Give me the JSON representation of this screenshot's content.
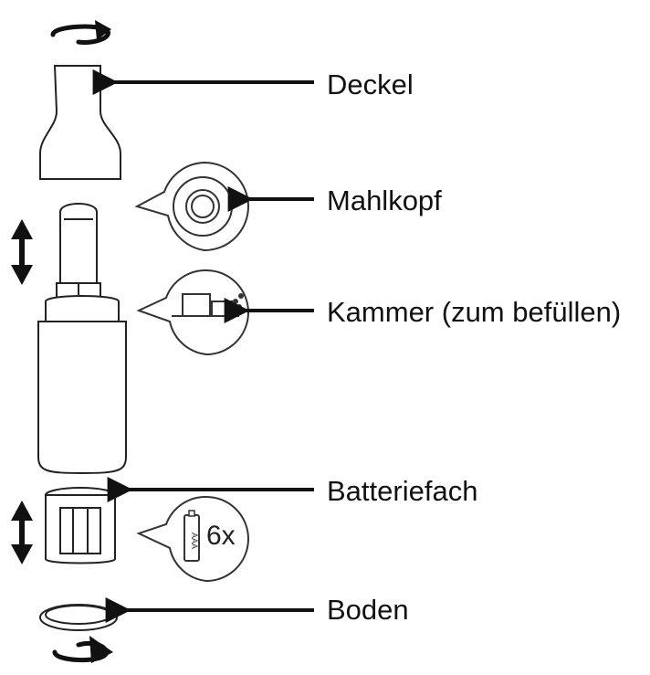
{
  "labels": {
    "deckel": "Deckel",
    "mahlkopf": "Mahlkopf",
    "kammer": "Kammer (zum befüllen)",
    "batteriefach": "Batteriefach",
    "boden": "Boden"
  },
  "battery_callout": {
    "count_text": "6x",
    "battery_text": "AAA"
  },
  "colors": {
    "stroke": "#222222",
    "arrow": "#111111",
    "background": "#ffffff"
  }
}
